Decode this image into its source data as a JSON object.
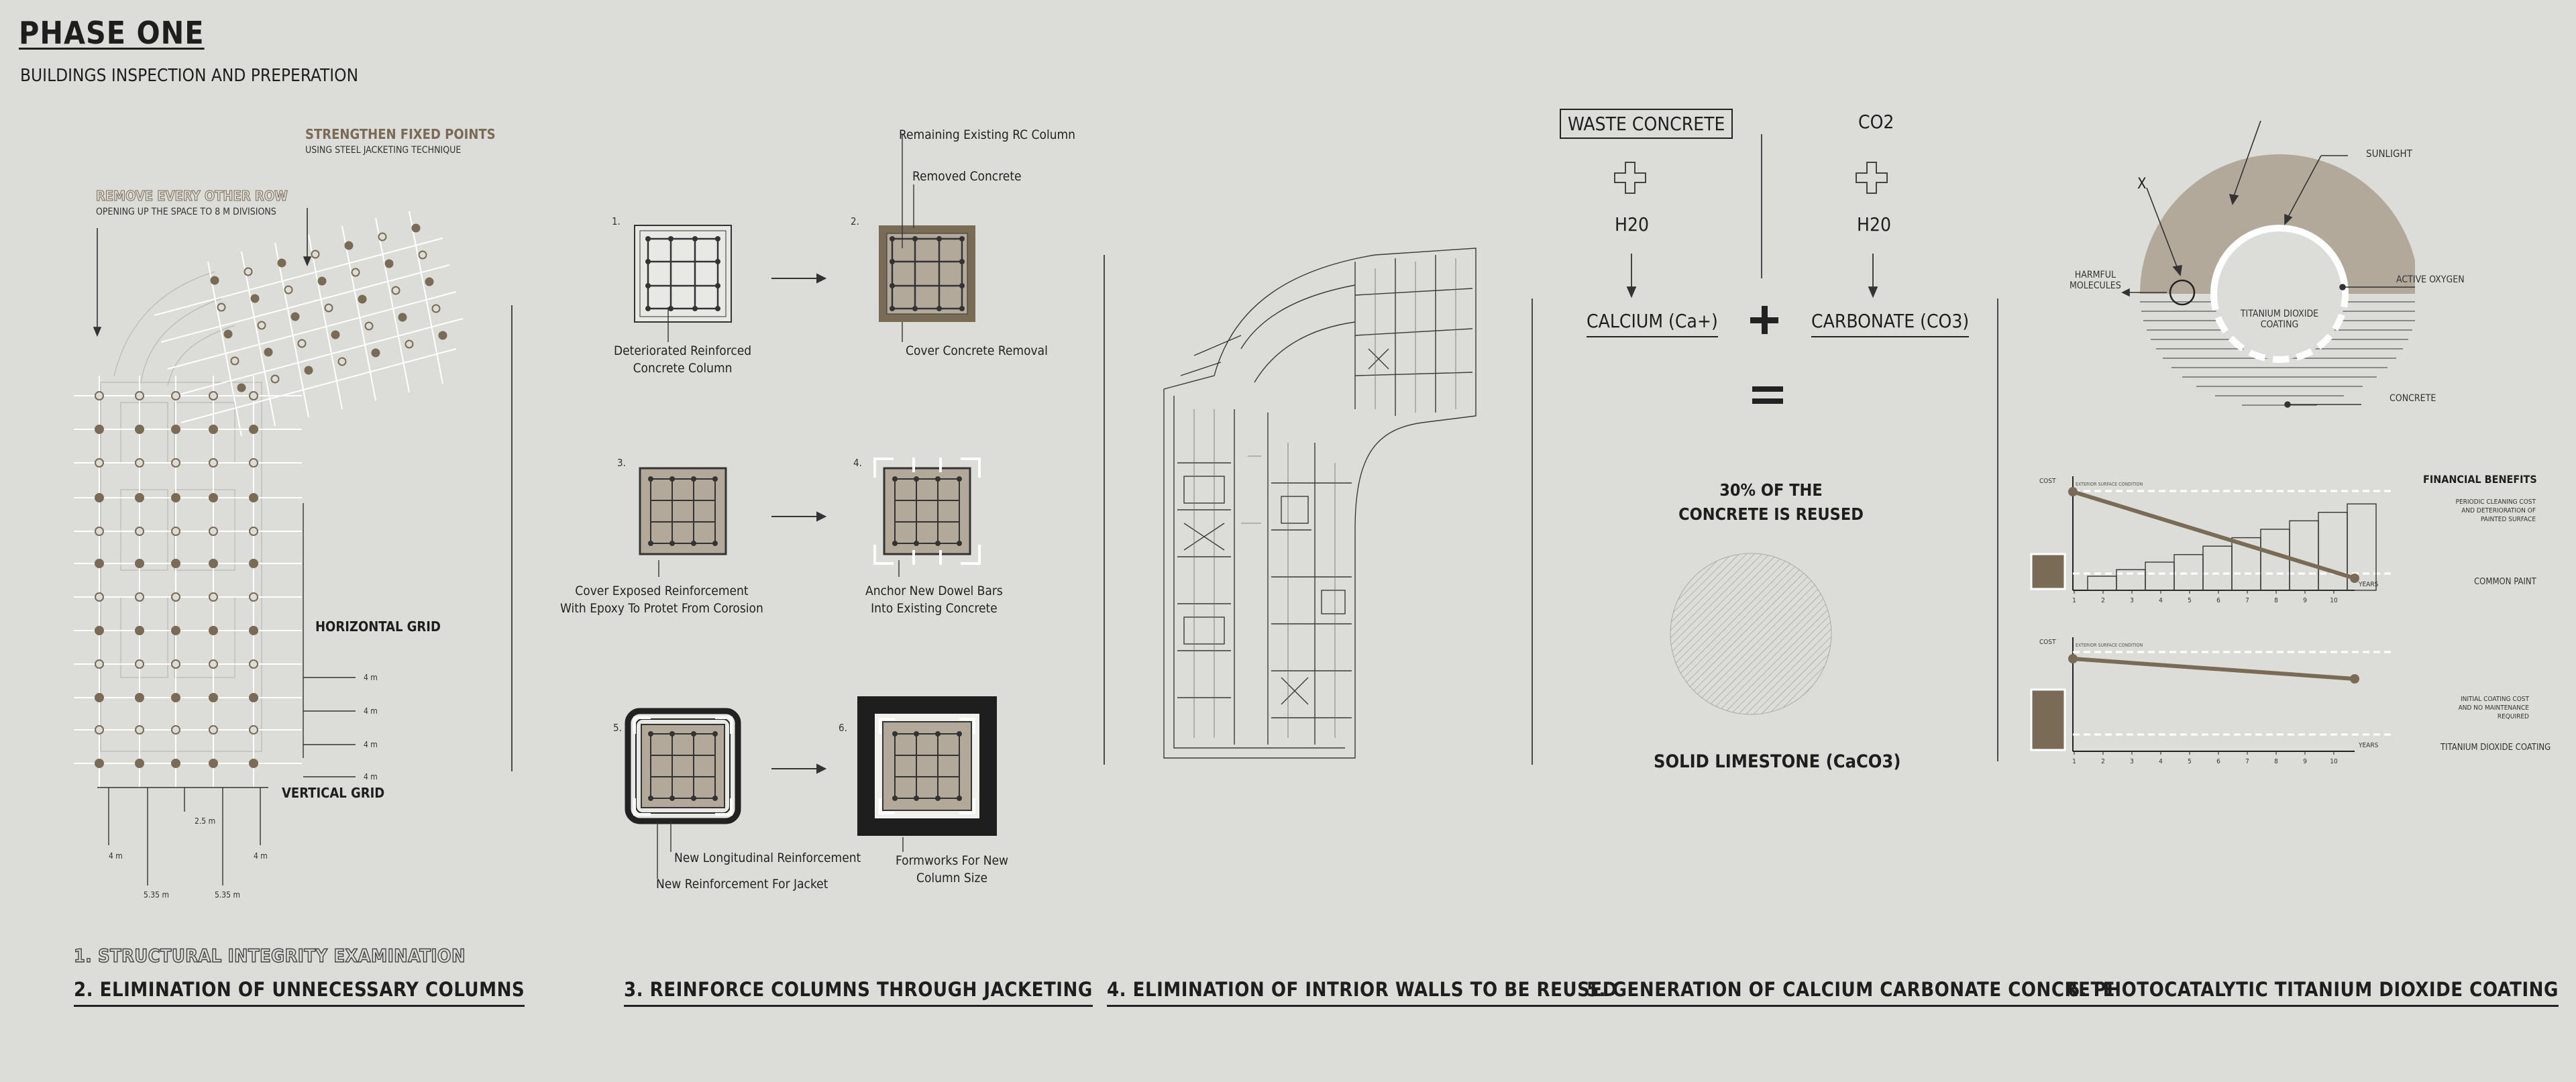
{
  "header": {
    "title": "PHASE ONE",
    "subtitle": "BUILDINGS INSPECTION AND PREPERATION"
  },
  "section2": {
    "strengthen_title": "STRENGTHEN FIXED POINTS",
    "strengthen_sub": "USING STEEL JACKETING TECHNIQUE",
    "remove_title": "REMOVE EVERY OTHER ROW",
    "remove_sub": "OPENING UP THE SPACE TO 8 M DIVISIONS",
    "horizontal_grid": "HORIZONTAL GRID",
    "vertical_grid": "VERTICAL GRID",
    "dim_4m": "4 m",
    "dim_25m": "2.5 m",
    "dim_535m": "5.35 m"
  },
  "section3": {
    "n1": "1.",
    "n2": "2.",
    "n3": "3.",
    "n4": "4.",
    "n5": "5.",
    "n6": "6.",
    "remaining_rc": "Remaining Existing RC Column",
    "removed_concrete": "Removed Concrete",
    "deteriorated_1": "Deteriorated Reinforced",
    "deteriorated_2": "Concrete Column",
    "cover_removal": "Cover Concrete Removal",
    "epoxy_1": "Cover Exposed Reinforcement",
    "epoxy_2": "With Epoxy To Protet From Corosion",
    "dowel_1": "Anchor New Dowel Bars",
    "dowel_2": "Into Existing Concrete",
    "longitudinal": "New Longitudinal Reinforcement",
    "jacket": "New Reinforcement For Jacket",
    "formworks_1": "Formworks For New",
    "formworks_2": "Column Size"
  },
  "section5": {
    "waste": "WASTE CONCRETE",
    "co2": "CO2",
    "h2o_left": "H20",
    "h2o_right": "H20",
    "calcium": "CALCIUM (Ca+)",
    "carbonate": "CARBONATE (CO3)",
    "reused_1": "30% OF THE",
    "reused_2": "CONCRETE IS REUSED",
    "limestone": "SOLID LIMESTONE (CaCO3)"
  },
  "section6": {
    "sunlight": "SUNLIGHT",
    "x_label": "X",
    "harmful_1": "HARMFUL",
    "harmful_2": "MOLECULES",
    "active_oxygen": "ACTIVE OXYGEN",
    "tio2_1": "TITANIUM DIOXIDE",
    "tio2_2": "COATING",
    "concrete": "CONCRETE",
    "financial": "FINANCIAL BENEFITS",
    "periodic_1": "PERIODIC CLEANING COST",
    "periodic_2": "AND DETERIORATION OF",
    "periodic_3": "PAINTED SURFACE",
    "common_paint": "COMMON PAINT",
    "initial_1": "INITIAL COATING COST",
    "initial_2": "AND NO MAINTENANCE",
    "initial_3": "REQUIRED",
    "tio2_coating": "TITANIUM DIOXIDE COATING",
    "cost": "COST",
    "years": "YEARS",
    "exterior": "EXTERIOR SURFACE CONDITION",
    "colors": {
      "accent": "#7a6b57",
      "fill": "#b3a99b"
    }
  },
  "steps": {
    "s1": "1. STRUCTURAL INTEGRITY EXAMINATION",
    "s2": "2. ELIMINATION OF UNNECESSARY COLUMNS",
    "s3": "3. REINFORCE COLUMNS THROUGH JACKETING",
    "s4": "4. ELIMINATION OF INTRIOR WALLS TO BE REUSED",
    "s5": "5. GENERATION OF CALCIUM CARBONATE CONCRETE",
    "s6": "6. PHOTOCATALYTIC TITANIUM DIOXIDE COATING"
  },
  "chart_data": [
    {
      "type": "bar",
      "title": "",
      "ylabel": "COST",
      "xlabel": "YEARS",
      "categories": [
        "1",
        "2",
        "3",
        "4",
        "5",
        "6",
        "7",
        "8",
        "9",
        "10"
      ],
      "values": [
        0.15,
        0.22,
        0.3,
        0.38,
        0.47,
        0.56,
        0.65,
        0.74,
        0.83,
        0.92
      ],
      "trend_line": {
        "start": 0.98,
        "end": 0.12
      },
      "ylim": [
        0,
        1
      ]
    },
    {
      "type": "bar",
      "title": "",
      "ylabel": "COST",
      "xlabel": "YEARS",
      "categories": [
        "1",
        "2",
        "3",
        "4",
        "5",
        "6",
        "7",
        "8",
        "9",
        "10"
      ],
      "values": [],
      "trend_line": {
        "start": 0.92,
        "end": 0.72
      },
      "ylim": [
        0,
        1
      ]
    }
  ]
}
